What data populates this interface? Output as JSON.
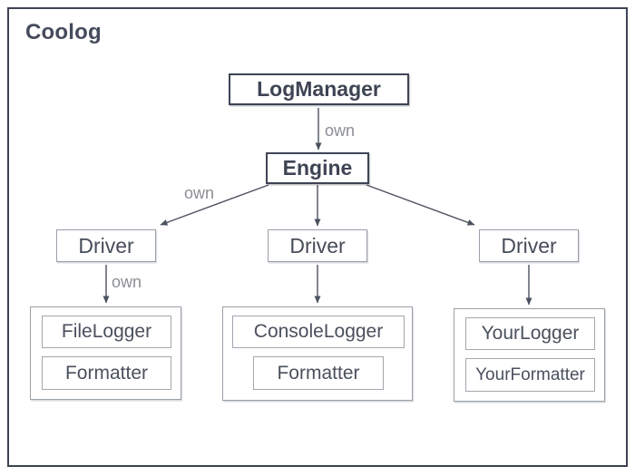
{
  "diagram": {
    "title": "Coolog",
    "nodes": {
      "log_manager": "LogManager",
      "engine": "Engine",
      "driver_left": "Driver",
      "driver_middle": "Driver",
      "driver_right": "Driver"
    },
    "groups": {
      "left": {
        "logger": "FileLogger",
        "formatter": "Formatter"
      },
      "middle": {
        "logger": "ConsoleLogger",
        "formatter": "Formatter"
      },
      "right": {
        "logger": "YourLogger",
        "formatter": "YourFormatter"
      }
    },
    "edge_labels": {
      "manager_to_engine": "own",
      "engine_to_driver_left": "own",
      "driver_left_to_group": "own"
    },
    "colors": {
      "frame_border": "#3d4352",
      "strong_node_border": "#3e4454",
      "strong_node_text": "#3e4454",
      "light_node_border": "#9aa0a8",
      "node_text": "#474d5a",
      "arrow": "#4b515e",
      "edge_label_text": "#8b8e94",
      "background": "#ffffff"
    }
  }
}
